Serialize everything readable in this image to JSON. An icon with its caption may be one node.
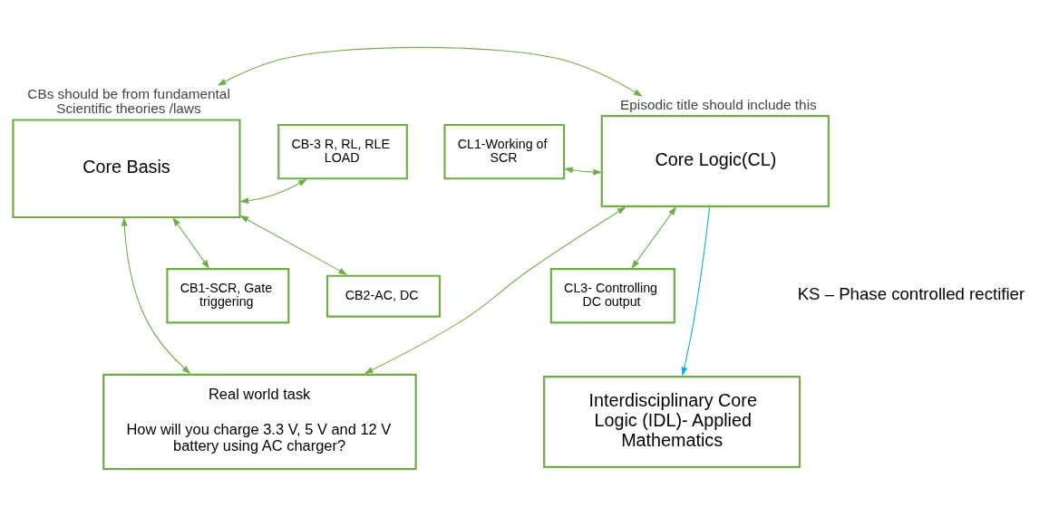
{
  "diagram": {
    "nodes": [
      {
        "text": [
          "Core Basis"
        ],
        "beside": [
          "CBs should be from fundamental Scientific theories /laws"
        ]
      },
      {
        "text": [
          "CB-3 R, RL, RLE LOAD"
        ]
      },
      {
        "text": [
          "CL1-Working of SCR"
        ]
      },
      {
        "text": [
          "Core Logic(CL)"
        ],
        "beside": [
          "Episodic title should include this"
        ]
      },
      {
        "text": [
          "CB1-SCR, Gate triggering"
        ]
      },
      {
        "text": [
          "CB2-AC, DC"
        ]
      },
      {
        "text": [
          "CL3- Controlling DC output"
        ]
      },
      {
        "text": [
          "Interdisciplinary Core Logic (IDL)- Applied Mathematics"
        ]
      },
      {
        "text": [
          "Real world task",
          "How will you charge 3.3 V, 5 V and 12 V battery using AC charger?"
        ]
      }
    ],
    "edges": [
      {
        "from": 0,
        "to": 1,
        "arrow": "both"
      },
      {
        "from": 0,
        "to": 3,
        "arrow": "both"
      },
      {
        "from": 0,
        "to": 4,
        "arrow": "both"
      },
      {
        "from": 0,
        "to": 5,
        "arrow": "both"
      },
      {
        "from": 0,
        "to": 8,
        "arrow": "both"
      },
      {
        "from": 3,
        "to": 2,
        "arrow": "both"
      },
      {
        "from": 3,
        "to": 8,
        "arrow": "both"
      },
      {
        "from": 3,
        "to": 6,
        "arrow": "both"
      },
      {
        "from": 3,
        "to": 7,
        "arrow": "to",
        "color": "#00b0f0"
      }
    ],
    "labels": [
      "KS – Phase controlled rectifier"
    ]
  }
}
